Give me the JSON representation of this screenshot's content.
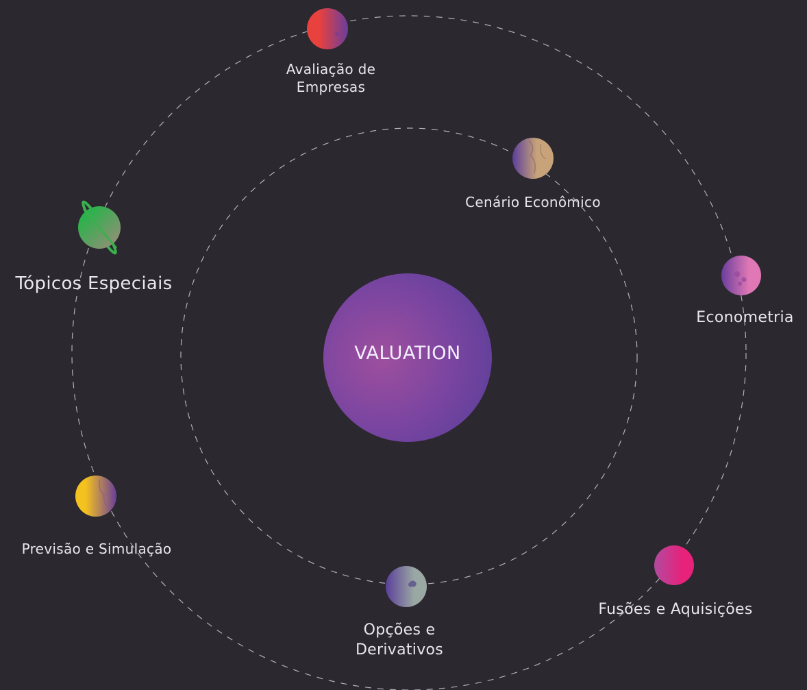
{
  "center": {
    "label": "VALUATION"
  },
  "planets": [
    {
      "id": "avaliacao",
      "label": "Avaliação de Empresas",
      "color_a": "#e8413e",
      "color_b": "#6a3e9c",
      "icon": "red-planet-icon"
    },
    {
      "id": "cenario",
      "label": "Cenário Econômico",
      "color_a": "#c8a37a",
      "color_b": "#5b3f9a",
      "icon": "desert-planet-icon"
    },
    {
      "id": "topicos",
      "label": "Tópicos Especiais",
      "color_a": "#2bb24c",
      "color_b": "#a08a7c",
      "icon": "ringed-planet-icon"
    },
    {
      "id": "econometria",
      "label": "Econometria",
      "color_a": "#e078b6",
      "color_b": "#6a3e9c",
      "icon": "pink-planet-icon"
    },
    {
      "id": "previsao",
      "label": "Previsão e Simulação",
      "color_a": "#f4c21e",
      "color_b": "#6a3e9c",
      "icon": "yellow-planet-icon"
    },
    {
      "id": "opcoes",
      "label": "Opções e Derivativos",
      "color_a": "#9aa8a4",
      "color_b": "#5b3f9a",
      "icon": "gray-planet-icon"
    },
    {
      "id": "fusoes",
      "label": "Fusões e Aquisições",
      "color_a": "#e6227a",
      "color_b": "#b24aa0",
      "icon": "magenta-planet-icon"
    }
  ],
  "colors": {
    "background": "#2b2830",
    "orbit": "#d8d3dd",
    "sun_a": "#9e4f9e",
    "sun_b": "#5b3f9a",
    "text": "#e9e6ee"
  }
}
